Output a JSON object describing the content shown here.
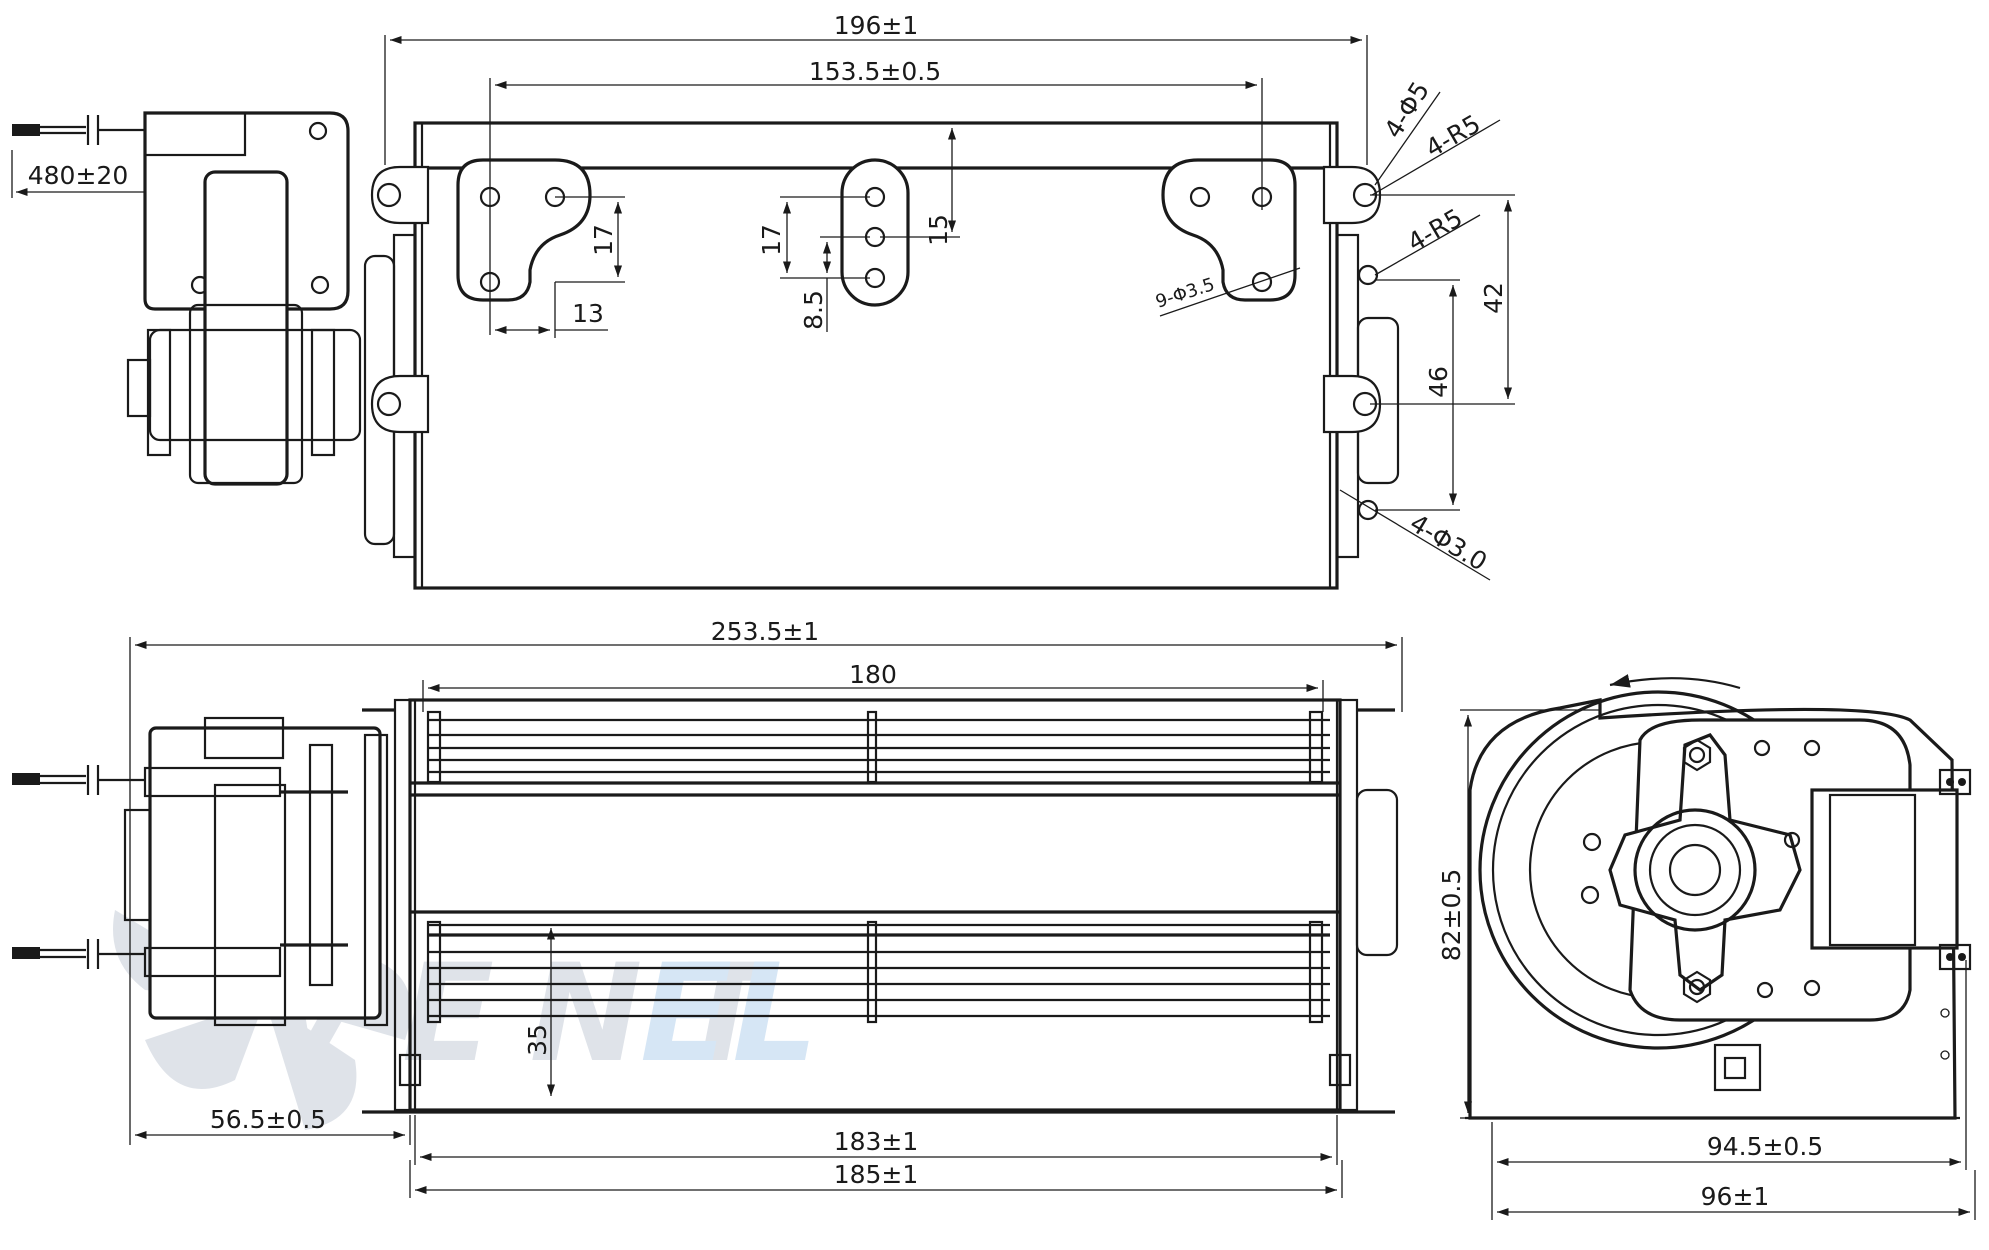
{
  "drawing": {
    "top_view": {
      "dims": {
        "overall_width": "196±1",
        "hole_pitch": "153.5±0.5",
        "cable_length": "480±20",
        "bracket_height": "17",
        "bracket_width": "13",
        "center_bracket_height": "17",
        "center_bracket_offset": "8.5",
        "top_offset": "15",
        "mount_holes": "4-Φ5",
        "mount_radius_upper": "4-R5",
        "mount_radius_lower": "4-R5",
        "bracket_holes": "9-Φ3.5",
        "side_hole_span": "42",
        "side_hole_pitch": "46",
        "end_holes": "4-Φ3.0"
      }
    },
    "front_view": {
      "dims": {
        "overall_length": "253.5±1",
        "impeller_length": "180",
        "outlet_height": "35",
        "motor_offset": "56.5±0.5",
        "housing_length_inner": "183±1",
        "housing_length_outer": "185±1"
      }
    },
    "side_view": {
      "dims": {
        "height": "82±0.5",
        "depth_inner": "94.5±0.5",
        "depth_outer": "96±1"
      }
    },
    "watermark": "VENTEL"
  },
  "colors": {
    "line": "#1a1a1a",
    "watermark_gray": "#dfe3e9",
    "watermark_blue": "#d6e6f5"
  }
}
